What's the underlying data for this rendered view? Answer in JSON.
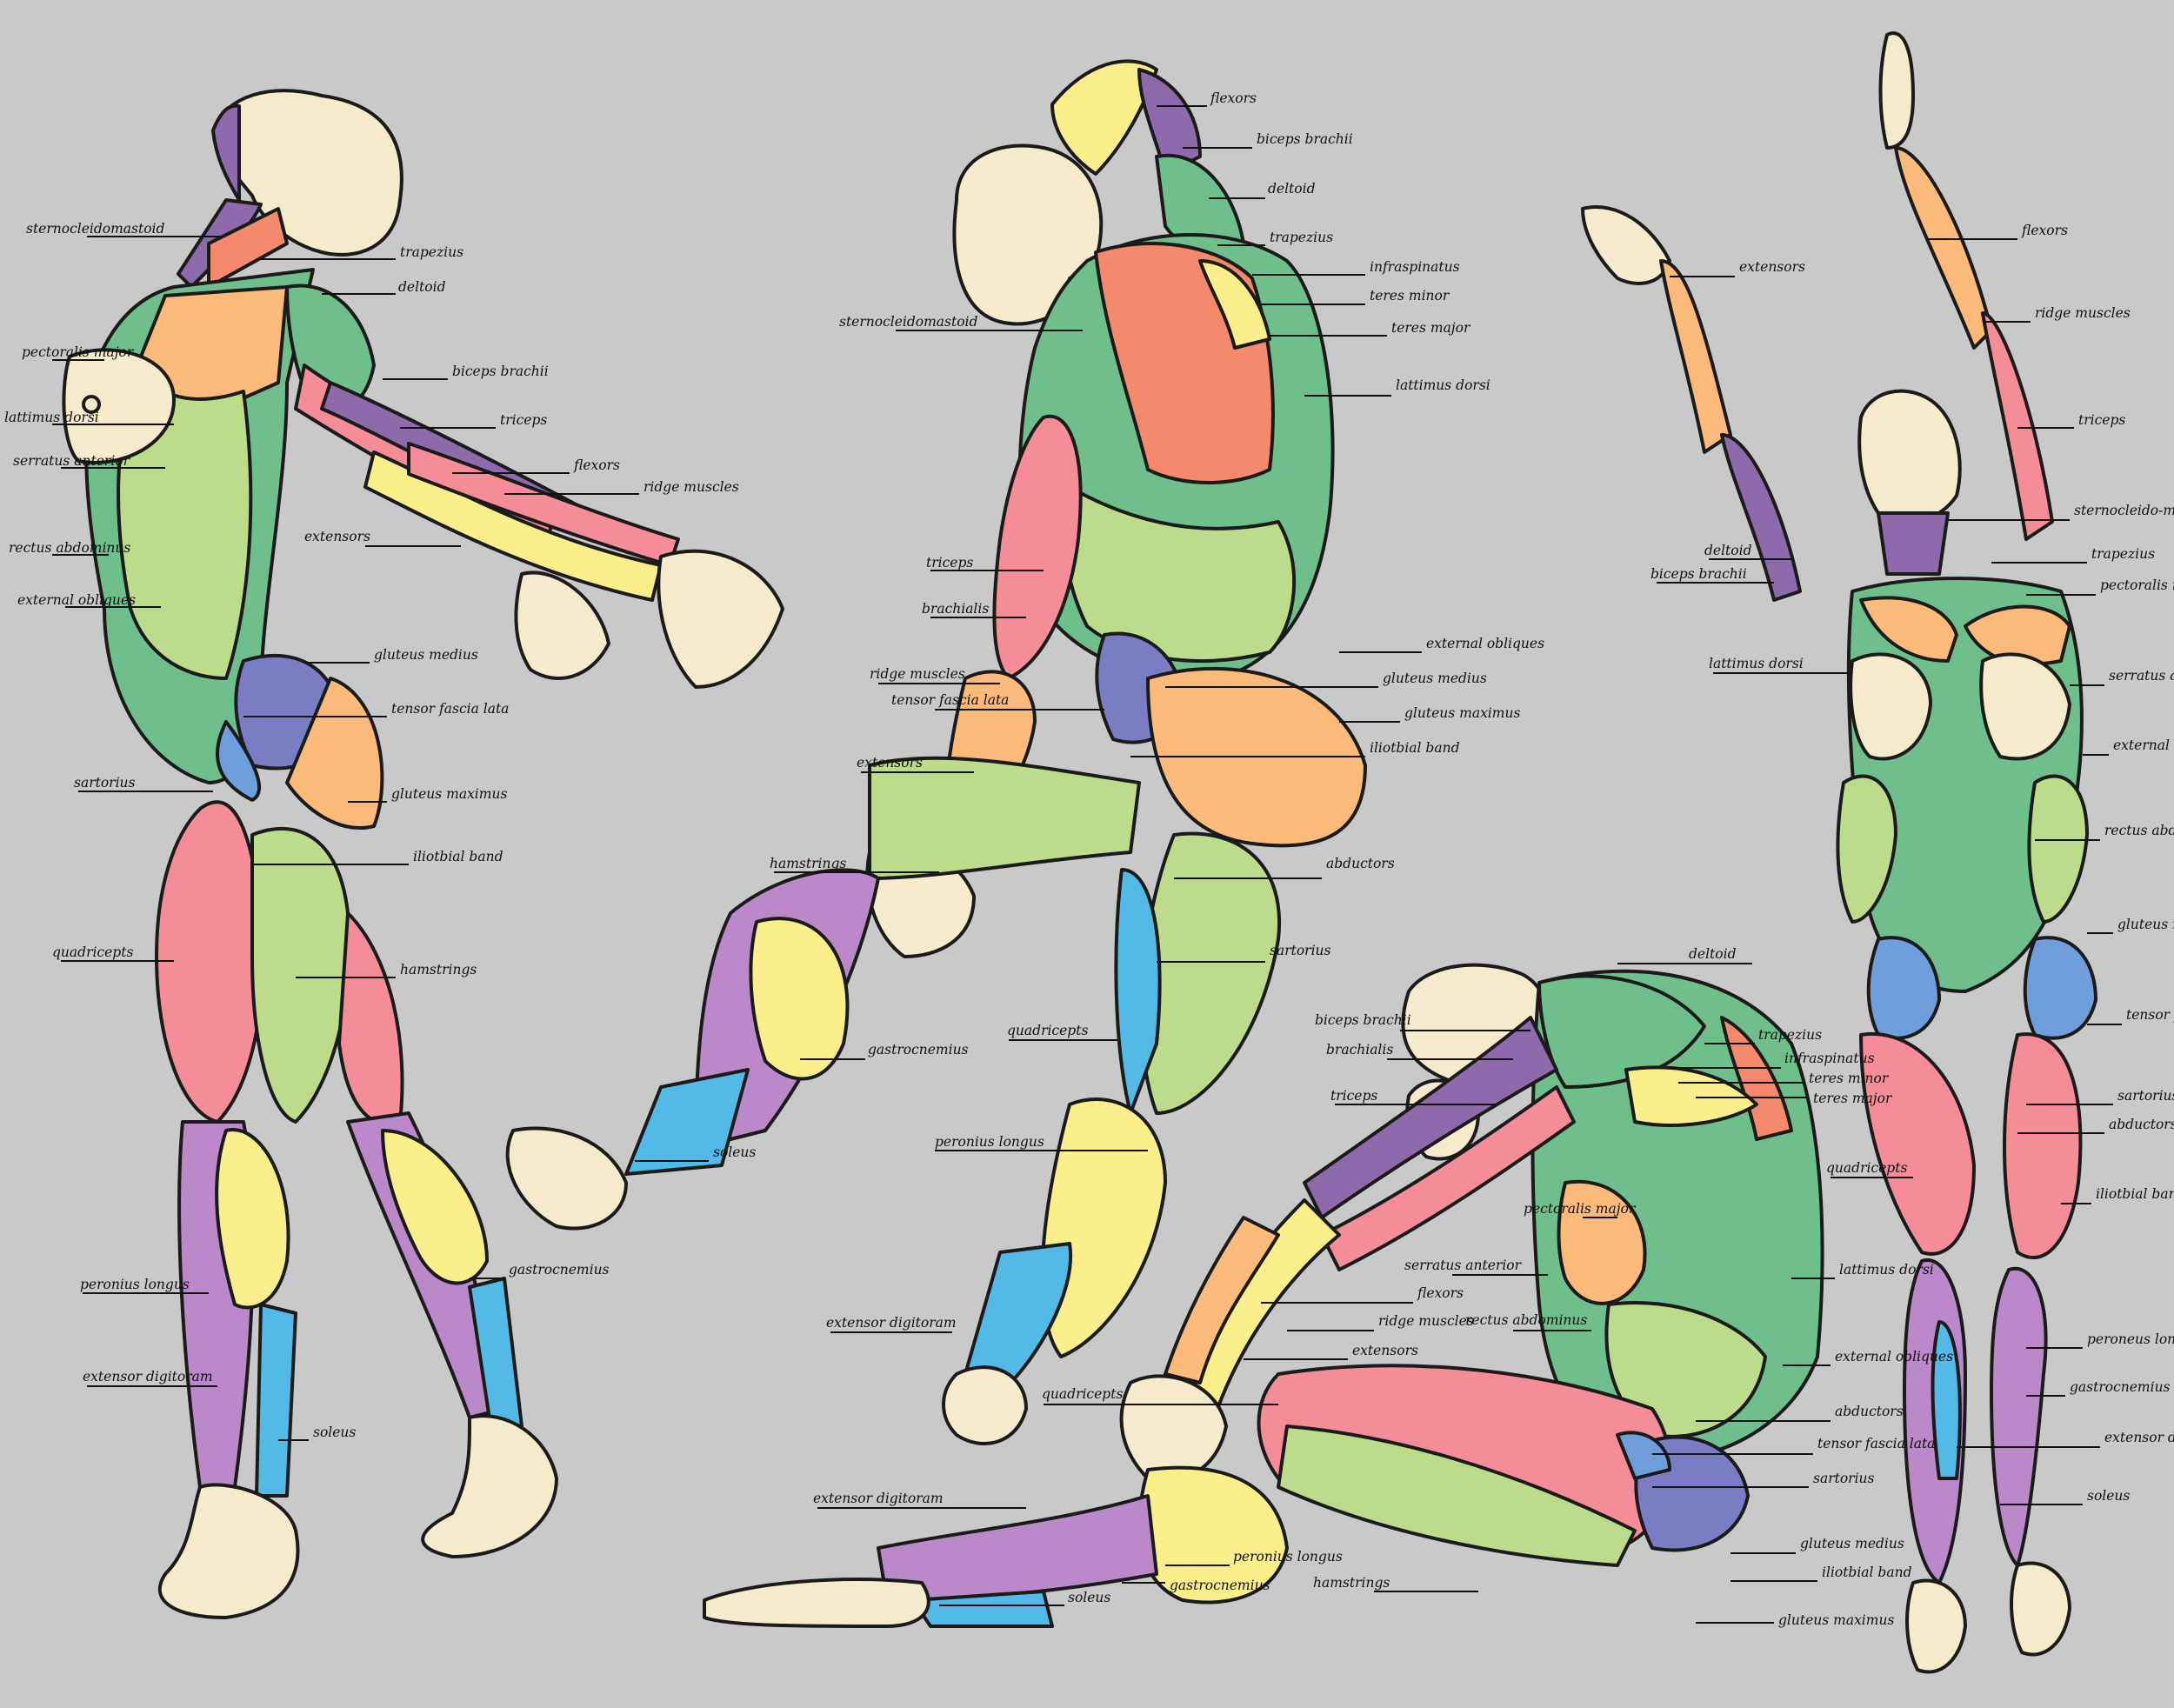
{
  "colors": {
    "background": "#c9c9c9",
    "skin": "#f5ebcc",
    "deltoid_pecs_green": "#6ebf8b",
    "obliques_light_green": "#bcdc8c",
    "trapezius_orange": "#f4896b",
    "pectoralis_peach": "#fbb97a",
    "biceps_purple": "#8d6aac",
    "triceps_pink": "#f58d98",
    "flexors_yellow": "#f8ef8a",
    "gluteus_medius_blue": "#7a7cc4",
    "tensor_fascia_blue": "#6f9edd",
    "soleus_cyan": "#53b9e6",
    "peroneus_purple": "#bb88c9",
    "sartorius_teal": "#3fa1a8"
  },
  "figures": [
    {
      "name": "figure-arched-back",
      "labels": [
        "sternocleidomastoid",
        "trapezius",
        "deltoid",
        "pectoralis major",
        "lattimus dorsi",
        "serratus anterior",
        "rectus abdominus",
        "external obliques",
        "biceps brachii",
        "triceps",
        "flexors",
        "ridge muscles",
        "extensors",
        "gluteus medius",
        "tensor fascia lata",
        "sartorius",
        "gluteus maximus",
        "iliotbial band",
        "quadricepts",
        "hamstrings",
        "peronius longus",
        "gastrocnemius",
        "extensor digitoram",
        "soleus"
      ]
    },
    {
      "name": "figure-leaping-back",
      "labels": [
        "flexors",
        "biceps brachii",
        "deltoid",
        "trapezius",
        "infraspinatus",
        "teres minor",
        "teres major",
        "sternocleidomastoid",
        "lattimus dorsi",
        "triceps",
        "brachialis",
        "ridge muscles",
        "tensor fascia lata",
        "extensors",
        "external obliques",
        "gluteus medius",
        "gluteus maximus",
        "iliotbial band",
        "hamstrings",
        "abductors",
        "sartorius",
        "quadricepts",
        "gastrocnemius",
        "peronius longus",
        "soleus",
        "extensor digitoram"
      ]
    },
    {
      "name": "figure-seated",
      "labels": [
        "deltoid",
        "biceps brachii",
        "brachialis",
        "trapezius",
        "infraspinatus",
        "teres minor",
        "teres major",
        "triceps",
        "pectoralis major",
        "serratus anterior",
        "flexors",
        "ridge muscles",
        "rectus abdominus",
        "extensors",
        "lattimus dorsi",
        "external obliques",
        "quadricepts",
        "abductors",
        "tensor fascia lata",
        "sartorius",
        "extensor digitoram",
        "gluteus medius",
        "iliotbial band",
        "peronius longus",
        "gastrocnemius",
        "hamstrings",
        "soleus",
        "gluteus maximus"
      ]
    },
    {
      "name": "figure-reaching-front",
      "labels": [
        "flexors",
        "extensors",
        "ridge muscles",
        "triceps",
        "sternocleido-mastoid",
        "deltoid",
        "biceps brachii",
        "trapezius",
        "pectoralis major",
        "lattimus dorsi",
        "serratus anterior",
        "external obliques",
        "rectus abdominus",
        "gluteus medius",
        "tensor fascia lata",
        "sartorius",
        "abductors",
        "quadricepts",
        "iliotbial band",
        "peroneus longus",
        "gastrocnemius",
        "extensor digitorum",
        "soleus"
      ]
    }
  ]
}
